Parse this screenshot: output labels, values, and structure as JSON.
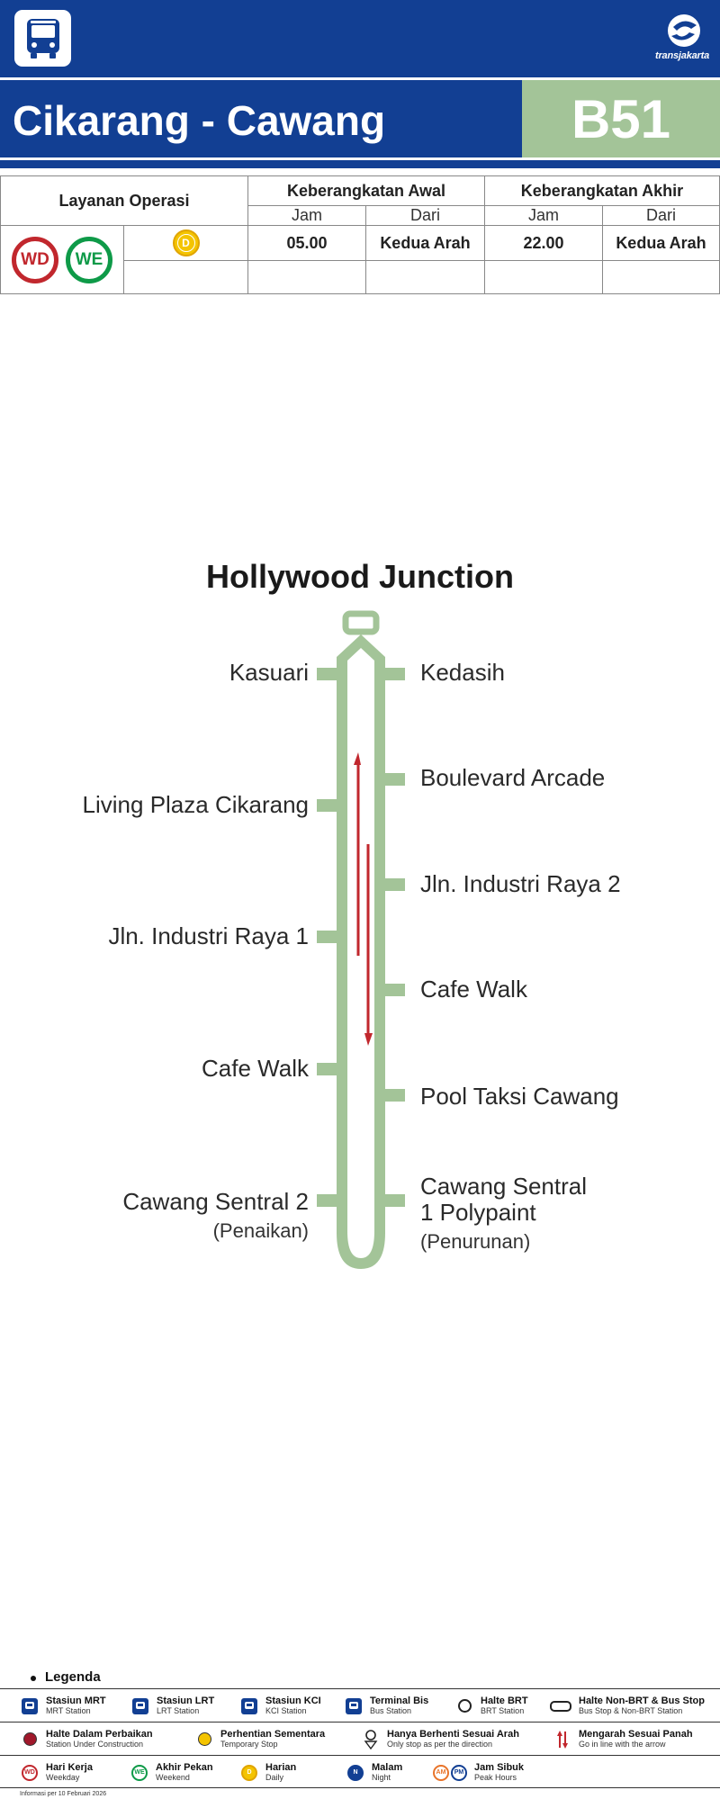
{
  "header": {
    "bus_icon": "bus-icon",
    "logo_text": "transjakarta",
    "colors": {
      "brand_blue": "#123f93",
      "route_green": "#a3c498",
      "direction_red": "#c1272d"
    }
  },
  "route": {
    "name": "Cikarang - Cawang",
    "code": "B51"
  },
  "schedule": {
    "service_header": "Layanan Operasi",
    "first_header": "Keberangkatan Awal",
    "last_header": "Keberangkatan Akhir",
    "time_col": "Jam",
    "from_col": "Dari",
    "badges": [
      "WD",
      "WE"
    ],
    "daily_badge": "D",
    "first_time": "05.00",
    "first_from": "Kedua Arah",
    "last_time": "22.00",
    "last_from": "Kedua Arah"
  },
  "diagram": {
    "destination": "Hollywood Junction",
    "left_stops": [
      "Kasuari",
      "Living Plaza Cikarang",
      "Jln. Industri Raya 1",
      "Cafe Walk",
      "Cawang Sentral 2"
    ],
    "left_last_note": "(Penaikan)",
    "right_stops": [
      "Kedasih",
      "Boulevard Arcade",
      "Jln. Industri Raya 2",
      "Cafe Walk",
      "Pool Taksi Cawang"
    ],
    "right_last_line1": "Cawang Sentral",
    "right_last_line2": "1 Polypaint",
    "right_last_note": "(Penurunan)"
  },
  "legend": {
    "title": "Legenda",
    "items": [
      {
        "t1": "Stasiun MRT",
        "t2": "MRT Station",
        "icon": "mrt-station-icon"
      },
      {
        "t1": "Stasiun LRT",
        "t2": "LRT Station",
        "icon": "lrt-station-icon"
      },
      {
        "t1": "Stasiun KCI",
        "t2": "KCI Station",
        "icon": "kci-station-icon"
      },
      {
        "t1": "Terminal Bis",
        "t2": "Bus Station",
        "icon": "bus-terminal-icon"
      },
      {
        "t1": "Halte BRT",
        "t2": "BRT Station",
        "icon": "brt-stop-icon"
      },
      {
        "t1": "Halte Non-BRT & Bus Stop",
        "t2": "Bus Stop & Non-BRT Station",
        "icon": "non-brt-stop-icon"
      },
      {
        "t1": "Halte Dalam Perbaikan",
        "t2": "Station Under Construction",
        "icon": "under-construction-icon"
      },
      {
        "t1": "Perhentian Sementara",
        "t2": "Temporary Stop",
        "icon": "temporary-stop-icon"
      },
      {
        "t1": "Hanya Berhenti Sesuai Arah",
        "t2": "Only stop as per the direction",
        "icon": "direction-stop-icon"
      },
      {
        "t1": "Mengarah Sesuai Panah",
        "t2": "Go in line with the arrow",
        "icon": "arrow-direction-icon"
      },
      {
        "t1": "Hari Kerja",
        "t2": "Weekday",
        "icon": "weekday-icon",
        "badge": "WD"
      },
      {
        "t1": "Akhir Pekan",
        "t2": "Weekend",
        "icon": "weekend-icon",
        "badge": "WE"
      },
      {
        "t1": "Harian",
        "t2": "Daily",
        "icon": "daily-icon",
        "badge": "D"
      },
      {
        "t1": "Malam",
        "t2": "Night",
        "icon": "night-icon",
        "badge": "N"
      },
      {
        "t1": "Jam Sibuk",
        "t2": "Peak Hours",
        "icon": "peak-hours-icon",
        "badge_am": "AM",
        "badge_pm": "PM"
      }
    ],
    "info_date": "Informasi per 10 Februari 2026"
  }
}
